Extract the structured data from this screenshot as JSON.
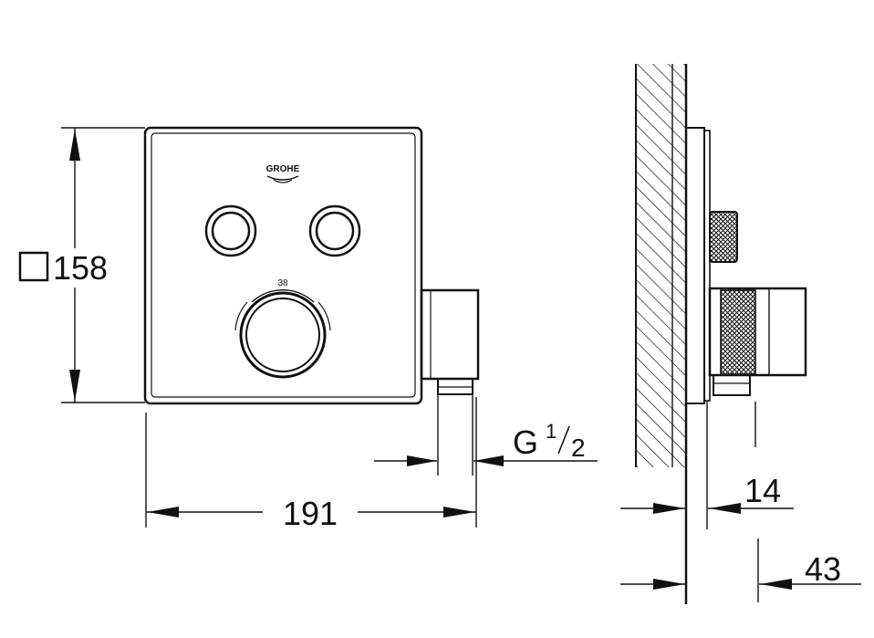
{
  "front_view": {
    "logo_text": "GROHE",
    "dial_mark": "38",
    "dim_square_symbol": "□",
    "dim_height": "158",
    "dim_width": "191",
    "thread_main": "G",
    "thread_num": "1",
    "thread_den": "2"
  },
  "side_view": {
    "dim_depth_a": "14",
    "dim_depth_b": "43"
  },
  "colors": {
    "line": "#111111",
    "background": "#ffffff"
  }
}
